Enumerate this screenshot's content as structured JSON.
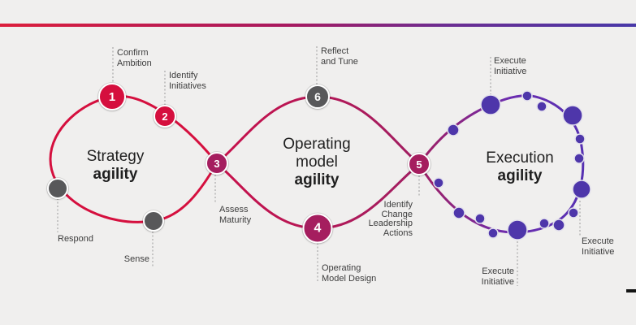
{
  "loops": {
    "strategy": {
      "line1": "Strategy",
      "line2": "agility"
    },
    "operating": {
      "line1": "Operating",
      "line2": "model",
      "line3": "agility"
    },
    "execution": {
      "line1": "Execution",
      "line2": "agility"
    }
  },
  "steps": {
    "s1": {
      "num": "1",
      "l1": "Confirm",
      "l2": "Ambition"
    },
    "s2": {
      "num": "2",
      "l1": "Identify",
      "l2": "Initiatives"
    },
    "s3": {
      "num": "3",
      "l1": "Assess",
      "l2": "Maturity"
    },
    "s4": {
      "num": "4",
      "l1": "Operating",
      "l2": "Model Design"
    },
    "s5": {
      "num": "5",
      "l1": "Identify",
      "l2": "Change",
      "l3": "Leadership",
      "l4": "Actions"
    },
    "s6": {
      "num": "6",
      "l1": "Reflect",
      "l2": "and Tune"
    }
  },
  "sense_respond": {
    "respond": "Respond",
    "sense": "Sense"
  },
  "execute": {
    "top": {
      "l1": "Execute",
      "l2": "Initiative"
    },
    "bottom": {
      "l1": "Execute",
      "l2": "Initiative"
    },
    "right": {
      "l1": "Execute",
      "l2": "Initiative"
    }
  },
  "colors": {
    "crimson": "#d50f3e",
    "magenta": "#a51e5f",
    "purple_dot": "#4e36aa",
    "purple_line": "#5630b2",
    "gray_node": "#58585a",
    "bar_gradient_from": "#dc1e3c",
    "bar_gradient_to": "#4838a8",
    "background": "#f0efee"
  }
}
